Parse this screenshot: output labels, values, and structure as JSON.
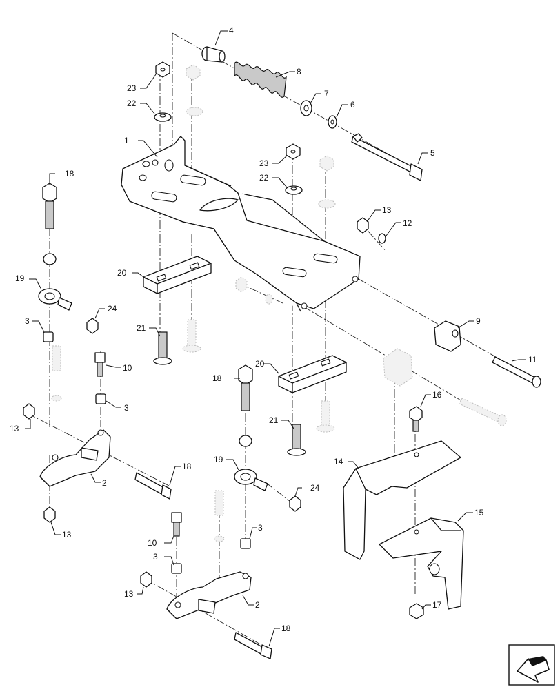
{
  "diagram": {
    "type": "exploded-parts-view",
    "callouts": [
      {
        "id": "c1",
        "label": "1"
      },
      {
        "id": "c2a",
        "label": "2"
      },
      {
        "id": "c2b",
        "label": "2"
      },
      {
        "id": "c3a",
        "label": "3"
      },
      {
        "id": "c3b",
        "label": "3"
      },
      {
        "id": "c3c",
        "label": "3"
      },
      {
        "id": "c3d",
        "label": "3"
      },
      {
        "id": "c4",
        "label": "4"
      },
      {
        "id": "c5",
        "label": "5"
      },
      {
        "id": "c6",
        "label": "6"
      },
      {
        "id": "c7",
        "label": "7"
      },
      {
        "id": "c8",
        "label": "8"
      },
      {
        "id": "c9",
        "label": "9"
      },
      {
        "id": "c10a",
        "label": "10"
      },
      {
        "id": "c10b",
        "label": "10"
      },
      {
        "id": "c11",
        "label": "11"
      },
      {
        "id": "c12",
        "label": "12"
      },
      {
        "id": "c13a",
        "label": "13"
      },
      {
        "id": "c13b",
        "label": "13"
      },
      {
        "id": "c13c",
        "label": "13"
      },
      {
        "id": "c13d",
        "label": "13"
      },
      {
        "id": "c14",
        "label": "14"
      },
      {
        "id": "c15",
        "label": "15"
      },
      {
        "id": "c16",
        "label": "16"
      },
      {
        "id": "c17",
        "label": "17"
      },
      {
        "id": "c18a",
        "label": "18"
      },
      {
        "id": "c18b",
        "label": "18"
      },
      {
        "id": "c18c",
        "label": "18"
      },
      {
        "id": "c18d",
        "label": "18"
      },
      {
        "id": "c19a",
        "label": "19"
      },
      {
        "id": "c19b",
        "label": "19"
      },
      {
        "id": "c20a",
        "label": "20"
      },
      {
        "id": "c20b",
        "label": "20"
      },
      {
        "id": "c21a",
        "label": "21"
      },
      {
        "id": "c21b",
        "label": "21"
      },
      {
        "id": "c22a",
        "label": "22"
      },
      {
        "id": "c22b",
        "label": "22"
      },
      {
        "id": "c23a",
        "label": "23"
      },
      {
        "id": "c23b",
        "label": "23"
      },
      {
        "id": "c24a",
        "label": "24"
      },
      {
        "id": "c24b",
        "label": "24"
      }
    ],
    "nav_icon": "arrow-left-icon"
  }
}
